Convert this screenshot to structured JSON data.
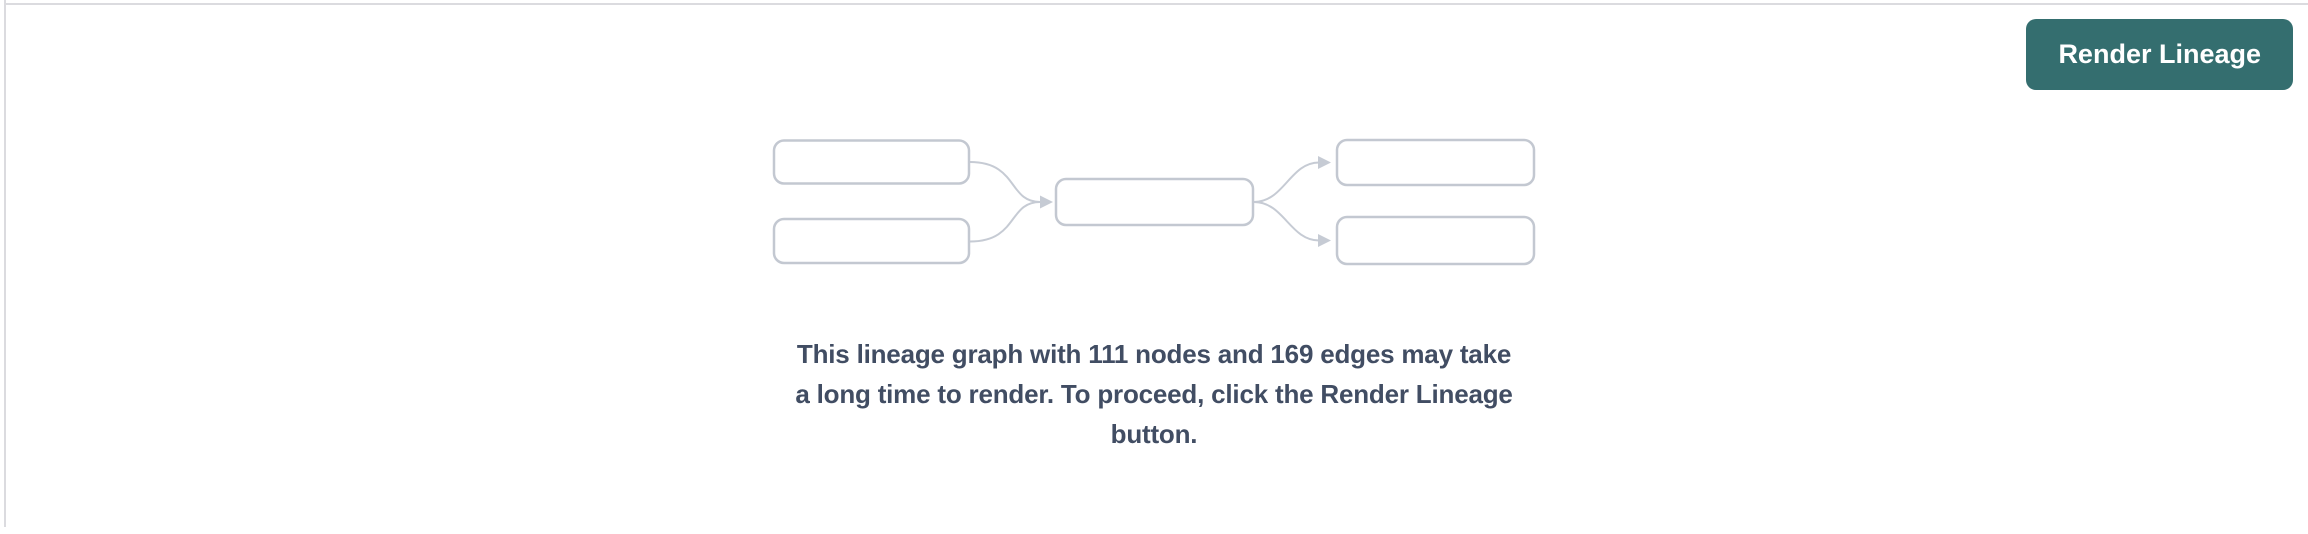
{
  "toolbar": {
    "render_button_label": "Render Lineage",
    "button_bg": "#346e6f",
    "button_text_color": "#ffffff"
  },
  "placeholder": {
    "icon": "lineage-graph-icon",
    "node_count": 111,
    "edge_count": 169,
    "message": "This lineage graph with 111 nodes and 169 edges may take a long time to render. To proceed, click the Render Lineage button.",
    "message_lines": [
      "This lineage graph with 111 nodes and 169 edges may take",
      "a long time to render. To proceed, click the Render Lineage",
      "button."
    ],
    "text_color": "#414d63",
    "node_box_border_color": "#c3c8d1",
    "edge_color": "#c6cbd4"
  },
  "panel": {
    "background": "#ffffff",
    "border_color": "#dbdbdf"
  }
}
